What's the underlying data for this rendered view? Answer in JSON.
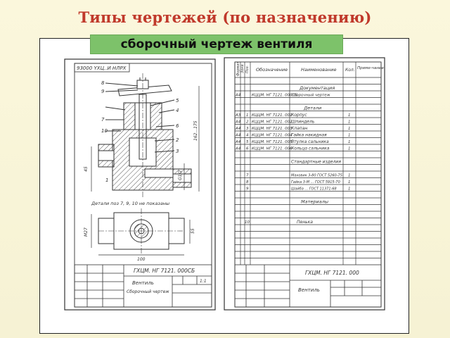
{
  "slide": {
    "title": "Типы чертежей (по назначению)",
    "badge": "сборочный чертеж вентиля"
  },
  "assembly_drawing": {
    "top_code": "93000 YХЦ..И НЛРХ",
    "note": "Детали поз 7, 9, 10 не показаны",
    "title_block": {
      "code": "ГХЦМ. НГ 7121. 000СБ",
      "name": "Вентиль",
      "subtitle": "Сборочный чертеж",
      "scale": "1:1"
    }
  },
  "specification": {
    "col_headers": [
      "Формат",
      "Зона",
      "Поз.",
      "Обозначение",
      "Наименование",
      "Кол.",
      "Приме-чание"
    ],
    "sections": {
      "docs": "Документация",
      "parts": "Детали",
      "standard": "Стандартные изделия",
      "materials": "Материалы"
    },
    "rows": [
      {
        "fmt": "А4",
        "pos": "",
        "code": "КЦЦМ. НГ 7121. 000СБ",
        "name": "Сборочный чертеж",
        "qty": ""
      },
      {
        "fmt": "А3",
        "pos": "1",
        "code": "КЦЦМ. НГ 7121. 001",
        "name": "Корпус",
        "qty": "1"
      },
      {
        "fmt": "А4",
        "pos": "2",
        "code": "КЦЦМ. НГ 7121. 002",
        "name": "Шпиндель",
        "qty": "1"
      },
      {
        "fmt": "А4",
        "pos": "3",
        "code": "КЦЦМ. НГ 7121. 003",
        "name": "Клапан",
        "qty": "1"
      },
      {
        "fmt": "А4",
        "pos": "4",
        "code": "КЦЦМ. НГ 7121. 004",
        "name": "Гайка накидная",
        "qty": "1"
      },
      {
        "fmt": "А4",
        "pos": "5",
        "code": "КЦЦМ. НГ 7121. 005",
        "name": "Втулка сальника",
        "qty": "1"
      },
      {
        "fmt": "А4",
        "pos": "6",
        "code": "КЦЦМ. НГ 7121. 006",
        "name": "Кольцо сальника",
        "qty": "1"
      },
      {
        "fmt": "",
        "pos": "7",
        "code": "",
        "name": "Маховик 3-80 ГОСТ 5260-75",
        "qty": "1"
      },
      {
        "fmt": "",
        "pos": "8",
        "code": "",
        "name": "Гайка 3-М ... ГОСТ 5915-70",
        "qty": "1"
      },
      {
        "fmt": "",
        "pos": "9",
        "code": "",
        "name": "Шайба ... ГОСТ 11371-68",
        "qty": "1"
      },
      {
        "fmt": "",
        "pos": "10",
        "code": "",
        "name": "Пенька",
        "qty": ""
      }
    ],
    "title_block": {
      "code": "ГХЦМ. НГ 7121. 000",
      "name": "Вентиль"
    }
  }
}
